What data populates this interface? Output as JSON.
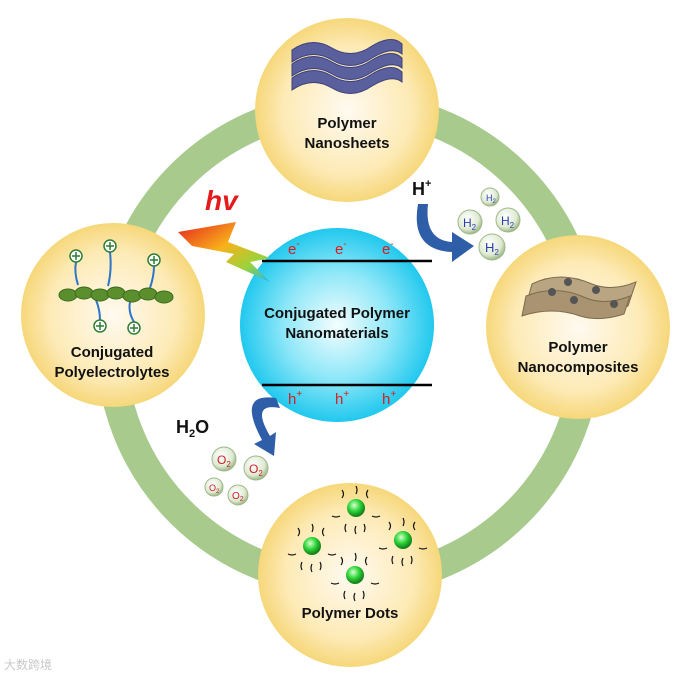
{
  "center": {
    "title_line1": "Conjugated Polymer",
    "title_line2": "Nanomaterials",
    "electron": "e",
    "electron_sup": "-",
    "hole": "h",
    "hole_sup": "+"
  },
  "light": {
    "label": "hv"
  },
  "nodes": {
    "top": {
      "line1": "Polymer",
      "line2": "Nanosheets"
    },
    "right": {
      "line1": "Polymer",
      "line2": "Nanocomposites"
    },
    "bottom": {
      "line1": "Polymer Dots"
    },
    "left": {
      "line1": "Conjugated",
      "line2": "Polyelectrolytes"
    }
  },
  "reactions": {
    "proton": {
      "base": "H",
      "sup": "+"
    },
    "hydrogen": {
      "base": "H",
      "sub": "2"
    },
    "water": {
      "pre": "H",
      "sub": "2",
      "post": "O"
    },
    "oxygen": {
      "base": "O",
      "sub": "2"
    }
  },
  "colors": {
    "ring": "#a6c98a",
    "node_fill": "#fde7a6",
    "center_fill": "#39d4f2",
    "electron": "#d81e1e",
    "arrow": "#2e5ea8",
    "hv": "#e31b1b"
  },
  "watermark": "大数跨境"
}
